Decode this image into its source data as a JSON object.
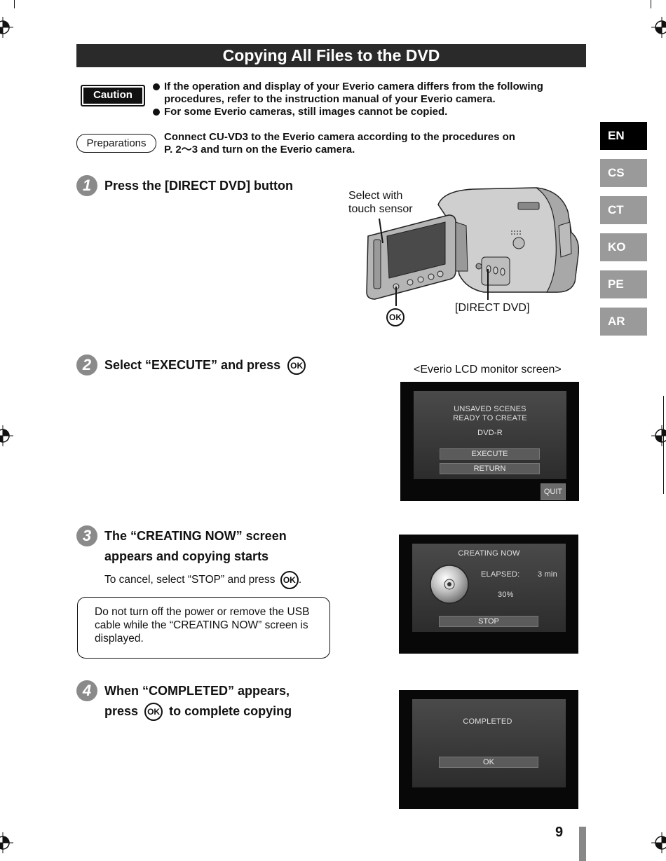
{
  "title": "Copying All Files to the DVD",
  "caution": {
    "badge": "Caution",
    "items": [
      "If the operation and display of your Everio camera differs from the following procedures, refer to the instruction manual of your Everio camera.",
      "For some Everio cameras, still images cannot be copied."
    ]
  },
  "preparations": {
    "badge": "Preparations",
    "text_line1": "Connect CU-VD3 to the Everio camera according to the procedures on",
    "text_line2": "P. 2～3 and turn on the Everio camera."
  },
  "languages": [
    {
      "code": "EN",
      "active": true
    },
    {
      "code": "CS",
      "active": false
    },
    {
      "code": "CT",
      "active": false
    },
    {
      "code": "KO",
      "active": false
    },
    {
      "code": "PE",
      "active": false
    },
    {
      "code": "AR",
      "active": false
    }
  ],
  "steps": [
    {
      "num": "1",
      "title": "Press the [DIRECT DVD] button"
    },
    {
      "num": "2",
      "title": "Select “EXECUTE” and press"
    },
    {
      "num": "3",
      "title_line1": "The “CREATING NOW” screen",
      "title_line2": "appears and copying starts",
      "sub": "To cancel, select “STOP” and press",
      "sub_end": "."
    },
    {
      "num": "4",
      "title_line1": "When “COMPLETED” appears,",
      "title_line2_a": "press",
      "title_line2_b": "to complete copying"
    }
  ],
  "ok_label": "OK",
  "camera": {
    "label_touch_line1": "Select with",
    "label_touch_line2": "touch sensor",
    "label_direct_dvd": "[DIRECT DVD]"
  },
  "lcd_caption": "<Everio LCD monitor screen>",
  "screen1": {
    "line1": "UNSAVED SCENES",
    "line2": "READY TO CREATE",
    "media": "DVD-R",
    "btn_execute": "EXECUTE",
    "btn_return": "RETURN",
    "btn_quit": "QUIT"
  },
  "screen2": {
    "header": "CREATING NOW",
    "elapsed_label": "ELAPSED:",
    "elapsed_value": "3 min",
    "progress": "30%",
    "btn_stop": "STOP"
  },
  "screen3": {
    "message": "COMPLETED",
    "btn_ok": "OK"
  },
  "note": "Do not turn off the power or remove the USB cable while the “CREATING NOW” screen is displayed.",
  "page_number": "9"
}
